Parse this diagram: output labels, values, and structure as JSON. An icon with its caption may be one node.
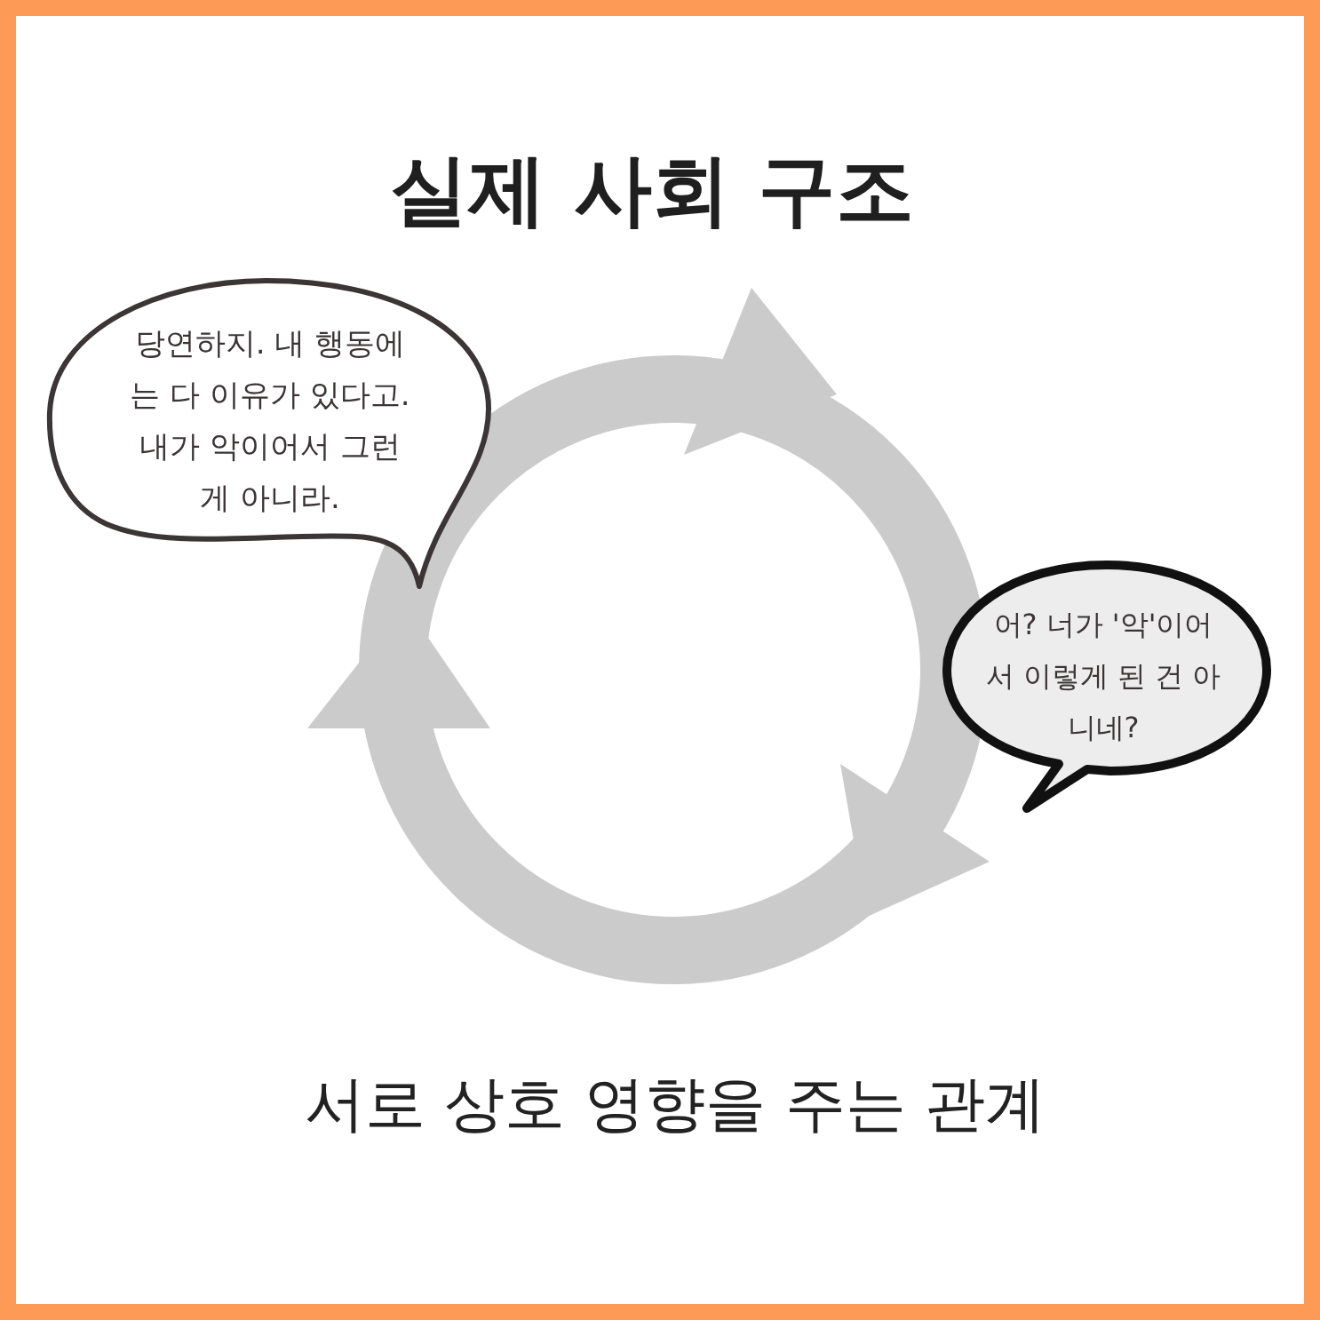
{
  "diagram": {
    "title": "실제 사회 구조",
    "caption": "서로 상호 영향을 주는 관계",
    "nodes": [
      {
        "text": [
          "당연하지. 내 행동에는 다 이유가 있다고. 내가 악이어서 그런 게 아니라."
        ]
      },
      {
        "text": [
          "어? 너가 '악'이어서 이렇게 된 건 아니네?"
        ]
      }
    ]
  }
}
